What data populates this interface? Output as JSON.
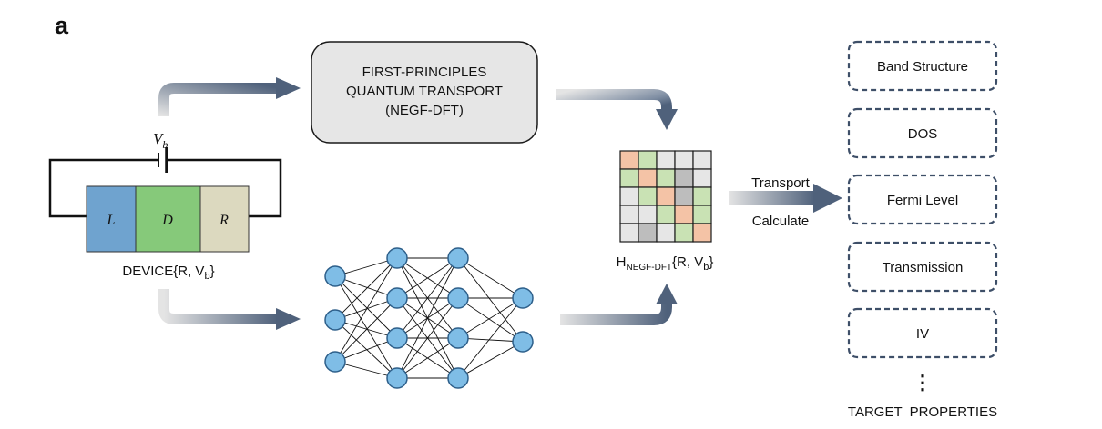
{
  "panel_label": "a",
  "process_box": {
    "line1": "FIRST-PRINCIPLES",
    "line2": "QUANTUM TRANSPORT",
    "line3": "(NEGF-DFT)"
  },
  "battery_label": {
    "main": "V",
    "sub": "b"
  },
  "device": {
    "regions": [
      {
        "label": "L",
        "color": "#6fa3cf"
      },
      {
        "label": "D",
        "color": "#86c97a"
      },
      {
        "label": "R",
        "color": "#dcd9bf"
      }
    ],
    "caption_main": "DEVICE{R, V",
    "caption_sub": "b",
    "caption_end": "}"
  },
  "matrix": {
    "caption_main": "H",
    "caption_sub": "NEGF-DFT",
    "caption_rest": "{R, V",
    "caption_sub2": "b",
    "caption_end": "}",
    "cells": [
      [
        "o",
        "g",
        "w",
        "w",
        "w"
      ],
      [
        "g",
        "o",
        "g",
        "d",
        "w"
      ],
      [
        "w",
        "g",
        "o",
        "d",
        "g"
      ],
      [
        "w",
        "w",
        "g",
        "o",
        "g"
      ],
      [
        "w",
        "d",
        "w",
        "g",
        "o"
      ]
    ],
    "colors": {
      "o": "#f4c3a6",
      "g": "#c9e2b4",
      "w": "#e6e6e6",
      "d": "#bdbdbd"
    }
  },
  "arrow_labels": {
    "transport": "Transport",
    "calculate": "Calculate"
  },
  "targets": {
    "items": [
      "Band Structure",
      "DOS",
      "Fermi Level",
      "Transmission",
      "IV"
    ],
    "ellipsis": "⋮",
    "heading": "TARGET  PROPERTIES"
  },
  "colors": {
    "arrow_dark": "#4f617b",
    "arrow_light": "#dcdcdc",
    "node_fill": "#7fbde6",
    "node_stroke": "#2d5f8a",
    "process_fill": "#e6e6e6",
    "target_stroke": "#3e4f68"
  }
}
